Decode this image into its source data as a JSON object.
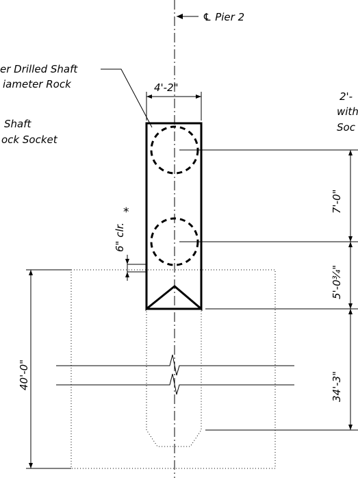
{
  "labels": {
    "pier": "℄ Pier 2",
    "callout_left_1a": "er Drilled Shaft",
    "callout_left_1b": "iameter Rock",
    "callout_left_2a": "Shaft",
    "callout_left_2b": "ock Socket",
    "callout_right_a": "2'-",
    "callout_right_b": "with",
    "callout_right_c": "Soc"
  },
  "dimensions": {
    "cap_width": "4'-2\"",
    "clearance": "6\" clr.",
    "clearance_mark": "*",
    "spacing_1": "7'-0\"",
    "spacing_2": "5'-0¾\"",
    "depth_total": "40'-0\"",
    "depth_shaft": "34'-3\""
  }
}
